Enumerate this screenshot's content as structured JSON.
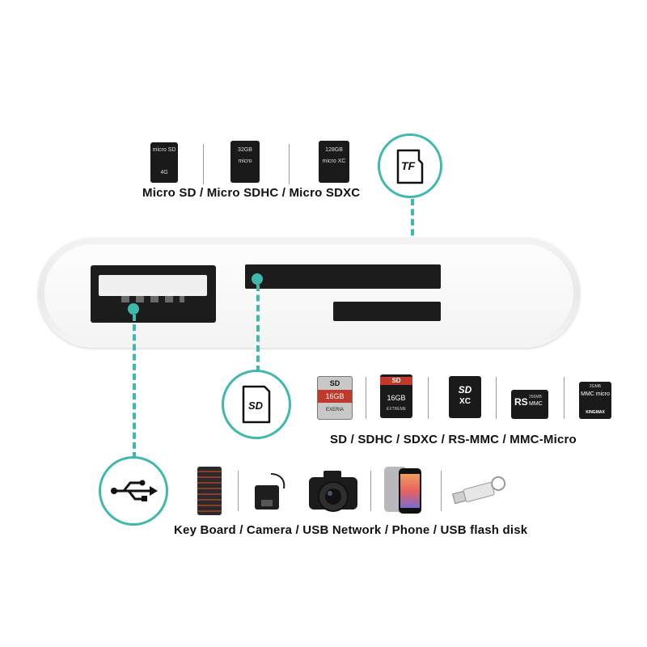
{
  "captions": {
    "micro": "Micro SD / Micro SDHC / Micro SDXC",
    "sd": "SD / SDHC / SDXC / RS-MMC / MMC-Micro",
    "usb_devices": "Key Board / Camera / USB Network / Phone /  USB flash disk"
  },
  "badges": {
    "tf": "TF",
    "sd": "SD"
  },
  "cards_top": [
    {
      "label": "micro SD",
      "sub": "4G"
    },
    {
      "label": "32GB",
      "sub": "micro"
    },
    {
      "label": "128GB",
      "sub": "micro XC"
    }
  ],
  "cards_mid": [
    {
      "top": "SD",
      "label": "16GB",
      "sub": "EXERIA"
    },
    {
      "top": "SD",
      "label": "16GB",
      "sub": "EXTREME"
    },
    {
      "top": "SD",
      "label": "XC",
      "sub": ""
    },
    {
      "top": "RS",
      "label": "MMC",
      "sub": "256MB"
    },
    {
      "top": "2GMB",
      "label": "MMC micro",
      "sub": "KINGMAX"
    }
  ],
  "colors": {
    "accent": "#3fb8ad",
    "port": "#1c1c1c"
  }
}
